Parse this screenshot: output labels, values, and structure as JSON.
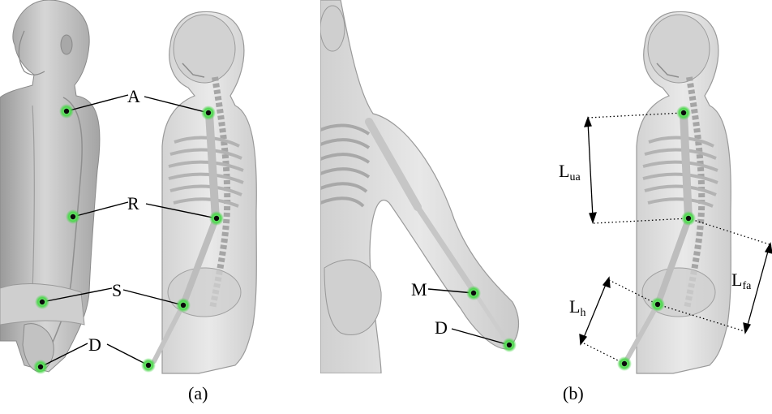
{
  "figure": {
    "panel_a": {
      "caption": "(a)",
      "labels": {
        "A": "A",
        "R": "R",
        "S": "S",
        "D": "D"
      }
    },
    "panel_mid": {
      "labels": {
        "M": "M",
        "D": "D"
      }
    },
    "panel_b": {
      "caption": "(b)",
      "dims": {
        "upper_arm": {
          "main": "L",
          "sub": "ua"
        },
        "forearm": {
          "main": "L",
          "sub": "fa"
        },
        "hand": {
          "main": "L",
          "sub": "h"
        }
      }
    },
    "colors": {
      "marker_green": "#5fe05f",
      "marker_dot": "#0a0a0a",
      "skin_gray": "#b9b9b9",
      "bone_gray": "#d8d8d8"
    }
  }
}
